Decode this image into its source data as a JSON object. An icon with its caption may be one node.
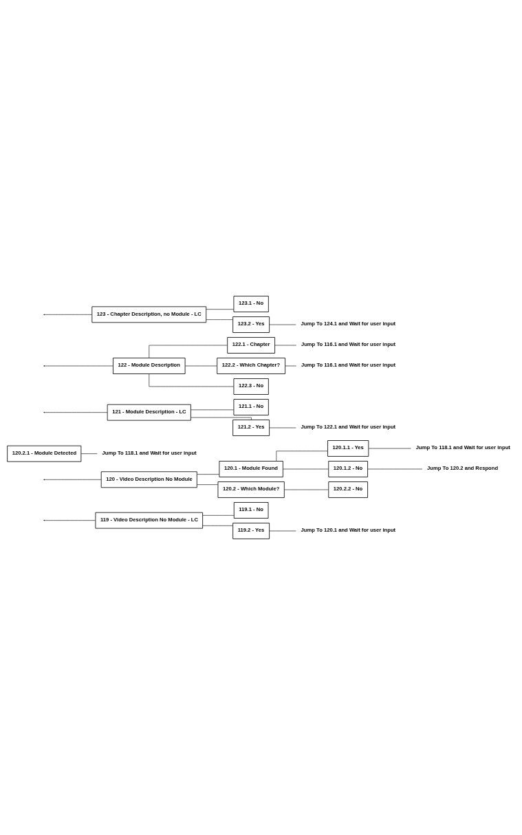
{
  "diagram": {
    "nodes": [
      {
        "text": [
          "119 - Video Description No Module - LC"
        ]
      },
      {
        "text": [
          "119.1 - No"
        ]
      },
      {
        "text": [
          "119.2 - Yes"
        ]
      },
      {
        "text": [
          "Jump To 120.1 and Wait for user input"
        ]
      },
      {
        "text": [
          "120 - Video Description No Module"
        ]
      },
      {
        "text": [
          "120.1 - Module Found"
        ]
      },
      {
        "text": [
          "120.1.1 - Yes"
        ]
      },
      {
        "text": [
          "Jump To 118.1 and Wait for user input"
        ]
      },
      {
        "text": [
          "120.1.2 - No"
        ]
      },
      {
        "text": [
          "Jump To 120.2 and Respond"
        ]
      },
      {
        "text": [
          "120.2 - Which Module?"
        ]
      },
      {
        "text": [
          "120.2.1 - Module Detected"
        ]
      },
      {
        "text": [
          "Jump To 118.1 and Wait for user input"
        ]
      },
      {
        "text": [
          "120.2.2 - No"
        ]
      },
      {
        "text": [
          "121 - Module Description - LC"
        ]
      },
      {
        "text": [
          "121.1 - No"
        ]
      },
      {
        "text": [
          "121.2 - Yes"
        ]
      },
      {
        "text": [
          "Jump To 122.1 and Wait for user input"
        ]
      },
      {
        "text": [
          "122 - Module Description"
        ]
      },
      {
        "text": [
          "122.1 - Chapter"
        ]
      },
      {
        "text": [
          "Jump To 116.1 and Wait for user input"
        ]
      },
      {
        "text": [
          "122.2 - Which Chapter?"
        ]
      },
      {
        "text": [
          "Jump To 116.1 and Wait for user input"
        ]
      },
      {
        "text": [
          "122.3 - No"
        ]
      },
      {
        "text": [
          "123 - Chapter Description, no Module - LC"
        ]
      },
      {
        "text": [
          "123.1 - No"
        ]
      },
      {
        "text": [
          "123.2 - Yes"
        ]
      },
      {
        "text": [
          "Jump To 124.1 and Wait for user input"
        ]
      }
    ],
    "edges": [
      {
        "from": null,
        "to": 0,
        "arrow": "none"
      },
      {
        "from": 0,
        "to": 1,
        "arrow": "none"
      },
      {
        "from": 0,
        "to": 2,
        "arrow": "none"
      },
      {
        "from": 2,
        "to": 3,
        "arrow": "none"
      },
      {
        "from": null,
        "to": 4,
        "arrow": "none"
      },
      {
        "from": 4,
        "to": 5,
        "arrow": "none"
      },
      {
        "from": 5,
        "to": 6,
        "arrow": "none"
      },
      {
        "from": 6,
        "to": 7,
        "arrow": "none"
      },
      {
        "from": 5,
        "to": 8,
        "arrow": "none"
      },
      {
        "from": 8,
        "to": 9,
        "arrow": "none"
      },
      {
        "from": 4,
        "to": 10,
        "arrow": "none"
      },
      {
        "from": 11,
        "to": 12,
        "arrow": "none"
      },
      {
        "from": 10,
        "to": 13,
        "arrow": "none"
      },
      {
        "from": null,
        "to": 14,
        "arrow": "none"
      },
      {
        "from": 14,
        "to": 15,
        "arrow": "none"
      },
      {
        "from": 14,
        "to": 16,
        "arrow": "none"
      },
      {
        "from": 16,
        "to": 17,
        "arrow": "none"
      },
      {
        "from": null,
        "to": 18,
        "arrow": "none"
      },
      {
        "from": 18,
        "to": 19,
        "arrow": "none"
      },
      {
        "from": 19,
        "to": 20,
        "arrow": "none"
      },
      {
        "from": 18,
        "to": 21,
        "arrow": "none"
      },
      {
        "from": 21,
        "to": 22,
        "arrow": "none"
      },
      {
        "from": 18,
        "to": 23,
        "arrow": "none"
      },
      {
        "from": null,
        "to": 24,
        "arrow": "none"
      },
      {
        "from": 24,
        "to": 25,
        "arrow": "none"
      },
      {
        "from": 24,
        "to": 26,
        "arrow": "none"
      },
      {
        "from": 26,
        "to": 27,
        "arrow": "none"
      }
    ]
  }
}
